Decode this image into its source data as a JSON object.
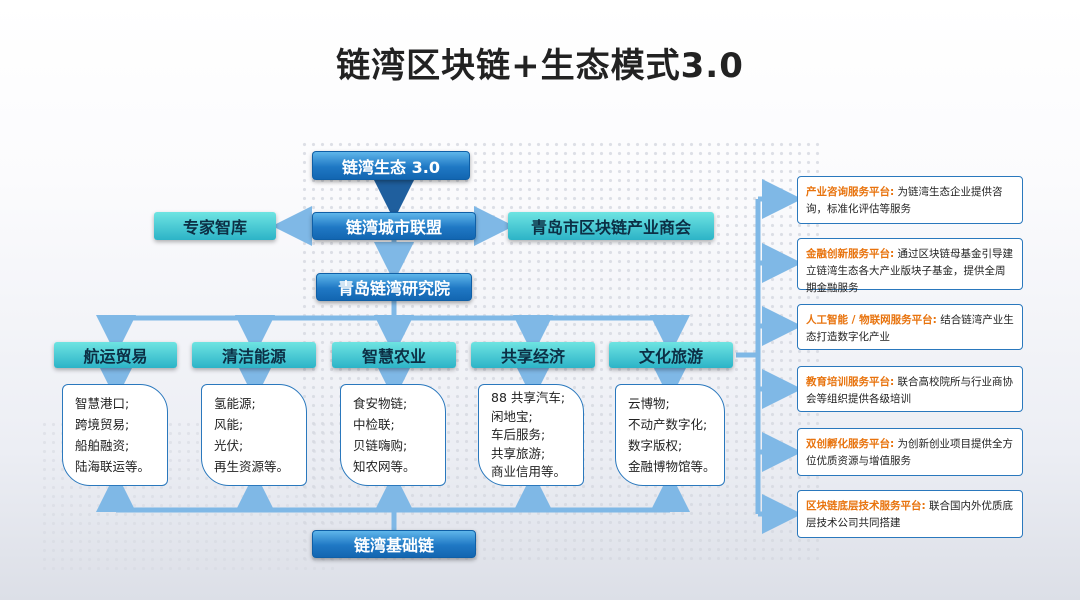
{
  "title": "链湾区块链+生态模式3.0",
  "nodes": {
    "ecosystem": "链湾生态 3.0",
    "alliance": "链湾城市联盟",
    "think_tank": "专家智库",
    "chamber": "青岛市区块链产业商会",
    "institute": "青岛链湾研究院",
    "foundation": "链湾基础链"
  },
  "industries": [
    {
      "name": "航运贸易",
      "items": [
        "智慧港口;",
        "跨境贸易;",
        "船舶融资;",
        "陆海联运等。"
      ]
    },
    {
      "name": "清洁能源",
      "items": [
        "氢能源;",
        "风能;",
        "光伏;",
        "再生资源等。"
      ]
    },
    {
      "name": "智慧农业",
      "items": [
        "食安物链;",
        "中检联;",
        "贝链嗨购;",
        "知农网等。"
      ]
    },
    {
      "name": "共享经济",
      "items": [
        "88 共享汽车;",
        "闲地宝;",
        "车后服务;",
        "共享旅游;",
        "商业信用等。"
      ]
    },
    {
      "name": "文化旅游",
      "items": [
        "云博物;",
        "不动产数字化;",
        "数字版权;",
        "金融博物馆等。"
      ]
    }
  ],
  "platforms": [
    {
      "title": "产业咨询服务平台:",
      "desc": "为链湾生态企业提供咨询，标准化评估等服务"
    },
    {
      "title": "金融创新服务平台:",
      "desc": "通过区块链母基金引导建立链湾生态各大产业版块子基金，提供全周期金融服务"
    },
    {
      "title": "人工智能 / 物联网服务平台:",
      "desc": "结合链湾产业生态打造数字化产业"
    },
    {
      "title": "教育培训服务平台:",
      "desc": "联合高校院所与行业商协会等组织提供各级培训"
    },
    {
      "title": "双创孵化服务平台:",
      "desc": "为创新创业项目提供全方位优质资源与增值服务"
    },
    {
      "title": "区块链底层技术服务平台:",
      "desc": "联合国内外优质底层技术公司共同搭建"
    }
  ],
  "colors": {
    "pill_blue": "#1f78c4",
    "teal": "#2cb3c7",
    "connector": "#7fb8e6",
    "platform_title": "#e8740f",
    "box_border": "#2a78bd"
  }
}
